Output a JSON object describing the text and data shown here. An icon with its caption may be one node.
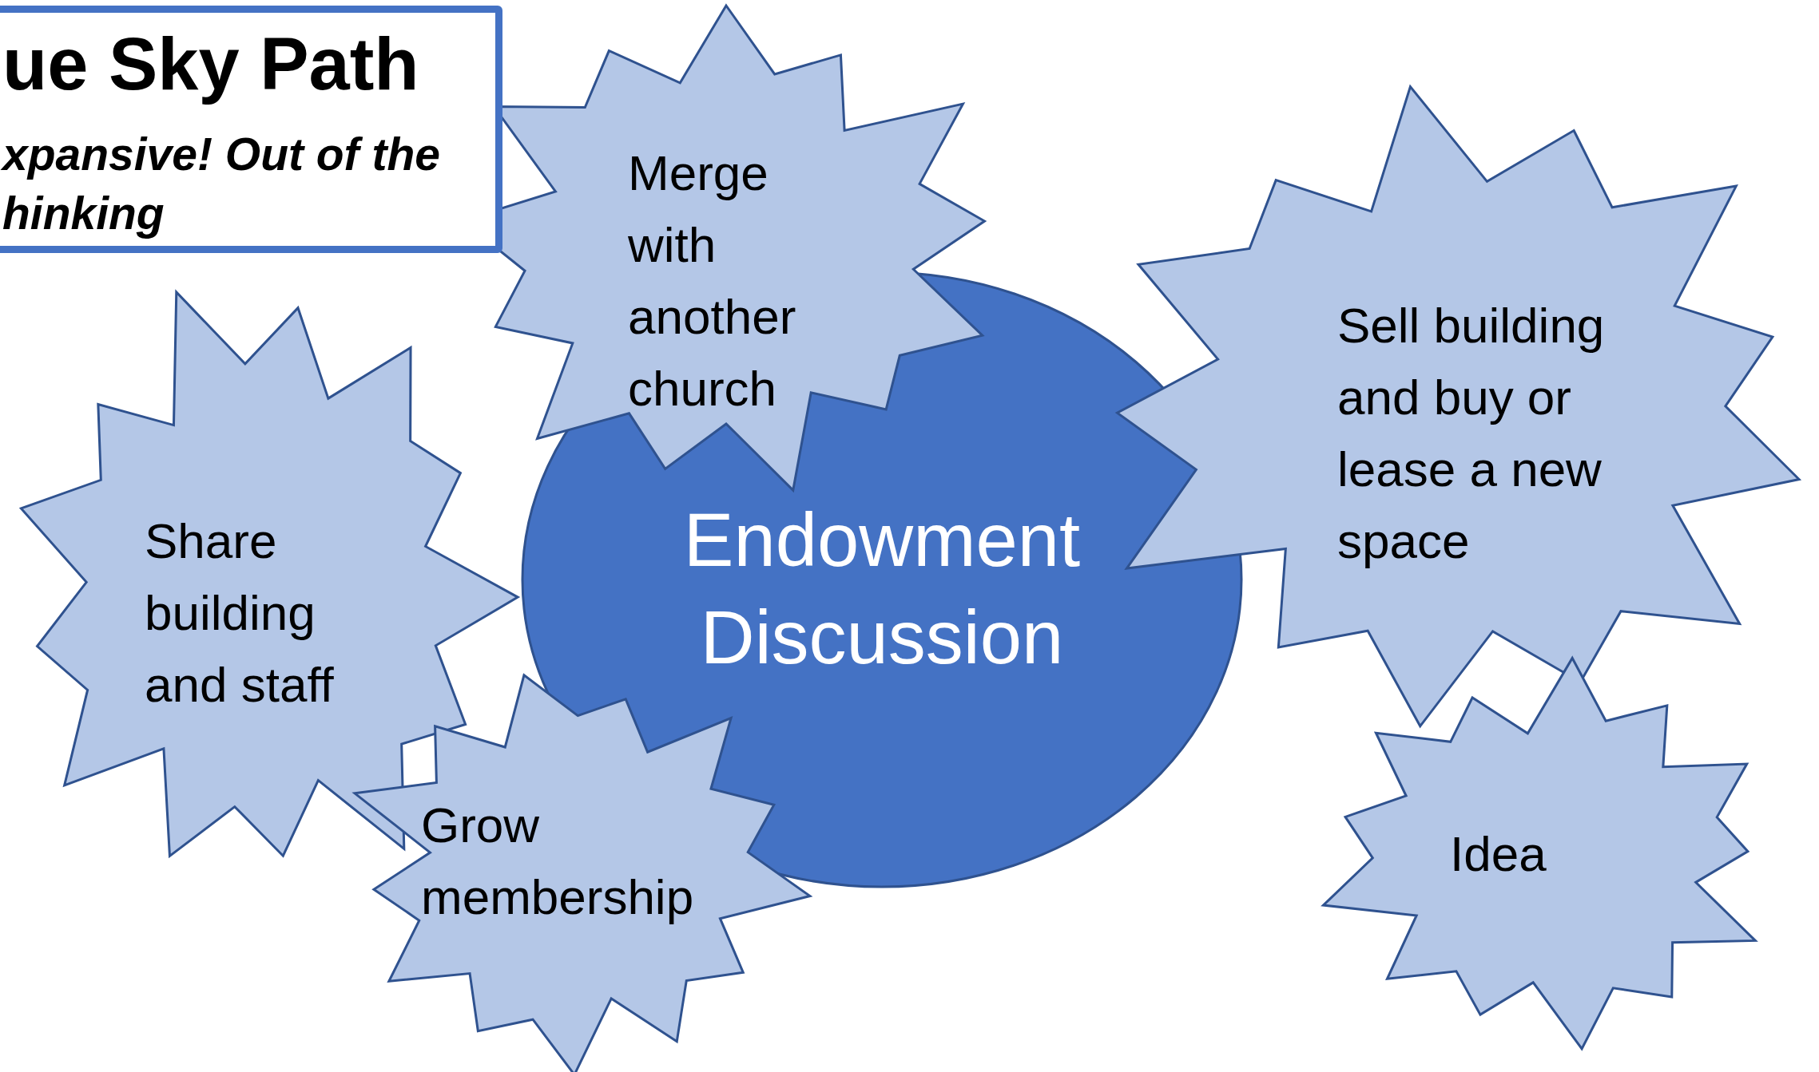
{
  "diagram": {
    "nodes": [
      {
        "text": [
          "ue Sky Path",
          "xpansive! Out of the hinking"
        ]
      },
      {
        "text": [
          "Endowment Discussion"
        ]
      },
      {
        "text": [
          "Merge with another church"
        ]
      },
      {
        "text": [
          "Share building and staff"
        ]
      },
      {
        "text": [
          "Grow membership"
        ]
      },
      {
        "text": [
          "Sell building and buy or lease a new space"
        ]
      },
      {
        "text": [
          "Idea"
        ]
      }
    ],
    "edges": []
  }
}
